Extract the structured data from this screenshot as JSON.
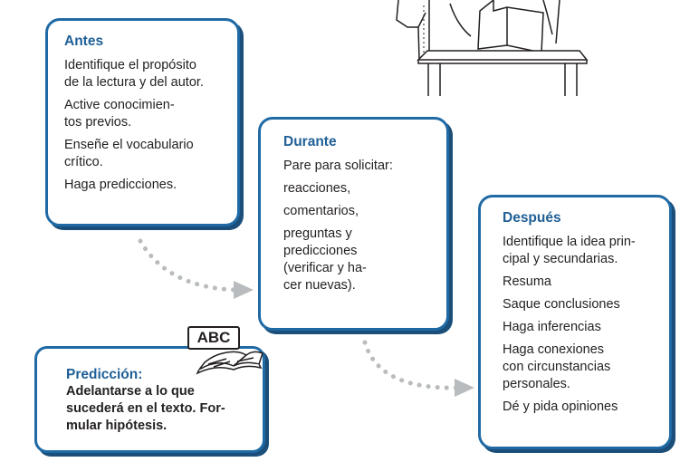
{
  "antes": {
    "title": "Antes",
    "items": [
      "Identifique el propósito\nde la lectura y del autor.",
      "Active conocimien-\ntos previos.",
      "Enseñe el vocabulario\ncrítico.",
      "Haga predicciones."
    ]
  },
  "durante": {
    "title": "Durante",
    "items": [
      "Pare para solicitar:",
      "reacciones,",
      "comentarios,",
      "preguntas y\npredicciones\n(verificar y ha-\ncer nuevas)."
    ]
  },
  "despues": {
    "title": "Después",
    "items": [
      "Identifique la idea prin-\ncipal y secundarias.",
      "Resuma",
      "Saque conclusiones",
      "Haga inferencias",
      "Haga conexiones\ncon circunstancias\npersonales.",
      "Dé y pida opiniones"
    ]
  },
  "prediccion": {
    "title": "Predicción:",
    "definition": "Adelantarse a lo que\nsucederá en el texto. For-\nmular hipótesis."
  },
  "book_icon_label": "ABC",
  "colors": {
    "box_border": "#1f6aa5",
    "box_shadow": "#1b4f7a",
    "heading": "#1f5f97",
    "arrow": "#b9bcbe",
    "text": "#231f20"
  },
  "icons": [
    "reader-illustration",
    "dotted-arrow",
    "open-book-icon"
  ]
}
